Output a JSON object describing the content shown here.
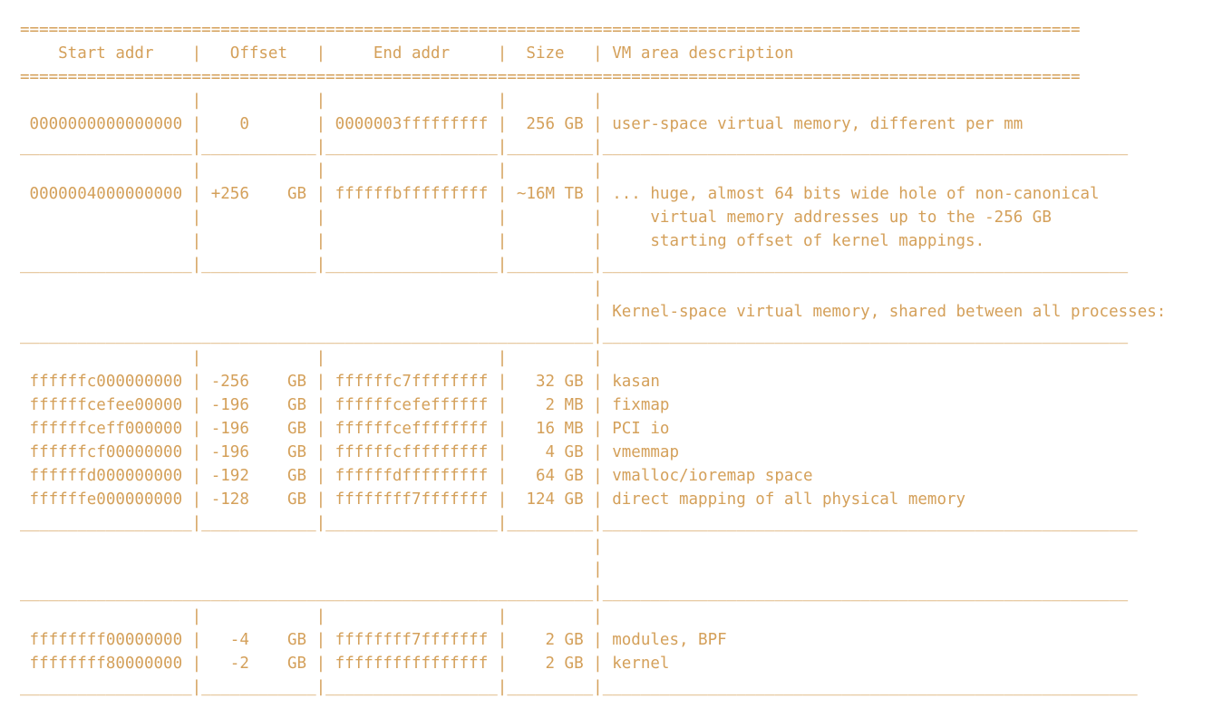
{
  "document": {
    "lines": [
      "===============================================================================================================",
      "    Start addr    |   Offset   |     End addr     |  Size   | VM area description",
      "===============================================================================================================",
      "                  |            |                  |         |",
      " 0000000000000000 |    0       | 0000003fffffffff |  256 GB | user-space virtual memory, different per mm",
      "__________________|____________|__________________|_________|_______________________________________________________",
      "                  |            |                  |         |",
      " 0000004000000000 | +256    GB | ffffffbfffffffff | ~16M TB | ... huge, almost 64 bits wide hole of non-canonical",
      "                  |            |                  |         |     virtual memory addresses up to the -256 GB",
      "                  |            |                  |         |     starting offset of kernel mappings.",
      "__________________|____________|__________________|_________|_______________________________________________________",
      "                                                            |",
      "                                                            | Kernel-space virtual memory, shared between all processes:",
      "____________________________________________________________|_______________________________________________________",
      "                  |            |                  |         |",
      " ffffffc000000000 | -256    GB | ffffffc7ffffffff |   32 GB | kasan",
      " ffffffcefee00000 | -196    GB | ffffffcefeffffff |    2 MB | fixmap",
      " ffffffceff000000 | -196    GB | ffffffceffffffff |   16 MB | PCI io",
      " ffffffcf00000000 | -196    GB | ffffffcfffffffff |    4 GB | vmemmap",
      " ffffffd000000000 | -192    GB | ffffffdfffffffff |   64 GB | vmalloc/ioremap space",
      " ffffffe000000000 | -128    GB | ffffffff7fffffff |  124 GB | direct mapping of all physical memory",
      "__________________|____________|__________________|_________|________________________________________________________",
      "                                                            |",
      "                                                            |",
      "____________________________________________________________|_______________________________________________________",
      "                  |            |                  |         |",
      " ffffffff00000000 |   -4    GB | ffffffff7fffffff |    2 GB | modules, BPF",
      " ffffffff80000000 |   -2    GB | ffffffffffffffff |    2 GB | kernel",
      "__________________|____________|__________________|_________|________________________________________________________"
    ]
  },
  "colors": {
    "text": "#d4a05a",
    "background": "#ffffff"
  }
}
